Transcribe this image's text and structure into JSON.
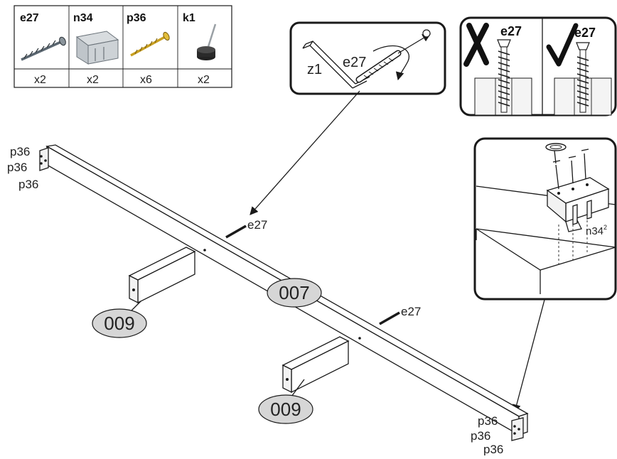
{
  "parts_table": {
    "parts": [
      {
        "code": "e27",
        "qty": "x2",
        "icon": "long-screw-icon"
      },
      {
        "code": "n34",
        "qty": "x2",
        "icon": "metal-bracket-icon"
      },
      {
        "code": "p36",
        "qty": "x6",
        "icon": "short-screw-icon"
      },
      {
        "code": "k1",
        "qty": "x2",
        "icon": "glide-foot-icon"
      }
    ]
  },
  "tool_callout": {
    "tool": "z1",
    "screw": "e27"
  },
  "check_callout": {
    "wrong_label": "e27",
    "right_label": "e27"
  },
  "bracket_callout": {
    "label": "n34",
    "superscript": "2"
  },
  "main": {
    "rail_label": "007",
    "leg_left_label": "009",
    "leg_right_label": "009",
    "screw_label_a": "e27",
    "screw_label_b": "e27",
    "end_left_labels": [
      "p36",
      "p36",
      "p36"
    ],
    "end_right_labels": [
      "p36",
      "p36",
      "p36"
    ]
  },
  "colors": {
    "line": "#1a1a1a",
    "oval_fill": "#d6d6d6",
    "screw_gold": "#c9a020"
  }
}
